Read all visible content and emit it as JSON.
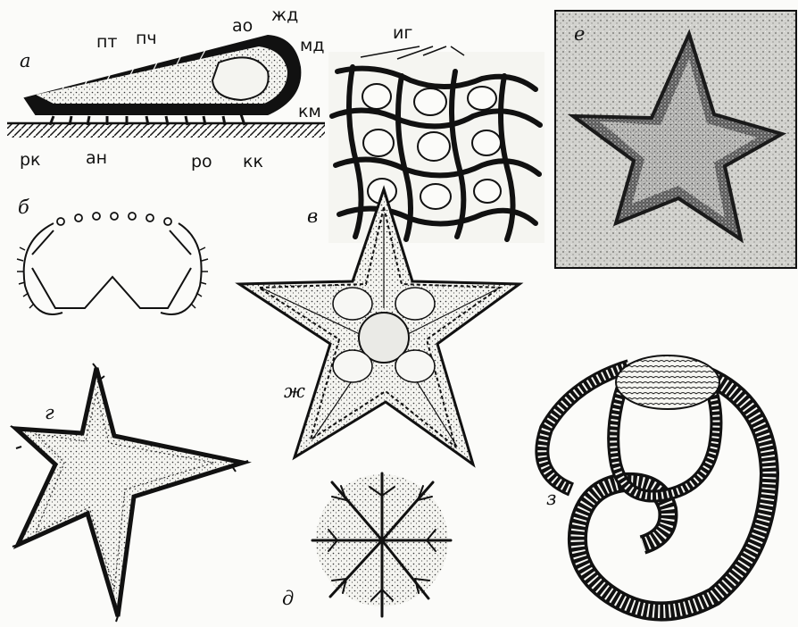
{
  "figure_labels": {
    "a": "а",
    "b": "б",
    "v": "в",
    "g": "г",
    "d": "д",
    "e": "е",
    "zh": "ж",
    "z": "з"
  },
  "anatomy_labels": {
    "ao": "ао",
    "zhd": "жд",
    "md": "мд",
    "pt": "пт",
    "pch": "пч",
    "km": "км",
    "rk": "рк",
    "an": "ан",
    "ro": "ро",
    "kk": "кк",
    "ig": "иг"
  },
  "colors": {
    "ink": "#111111",
    "paper": "#fbfbf9",
    "photo_bg": "#cfcfcb"
  }
}
